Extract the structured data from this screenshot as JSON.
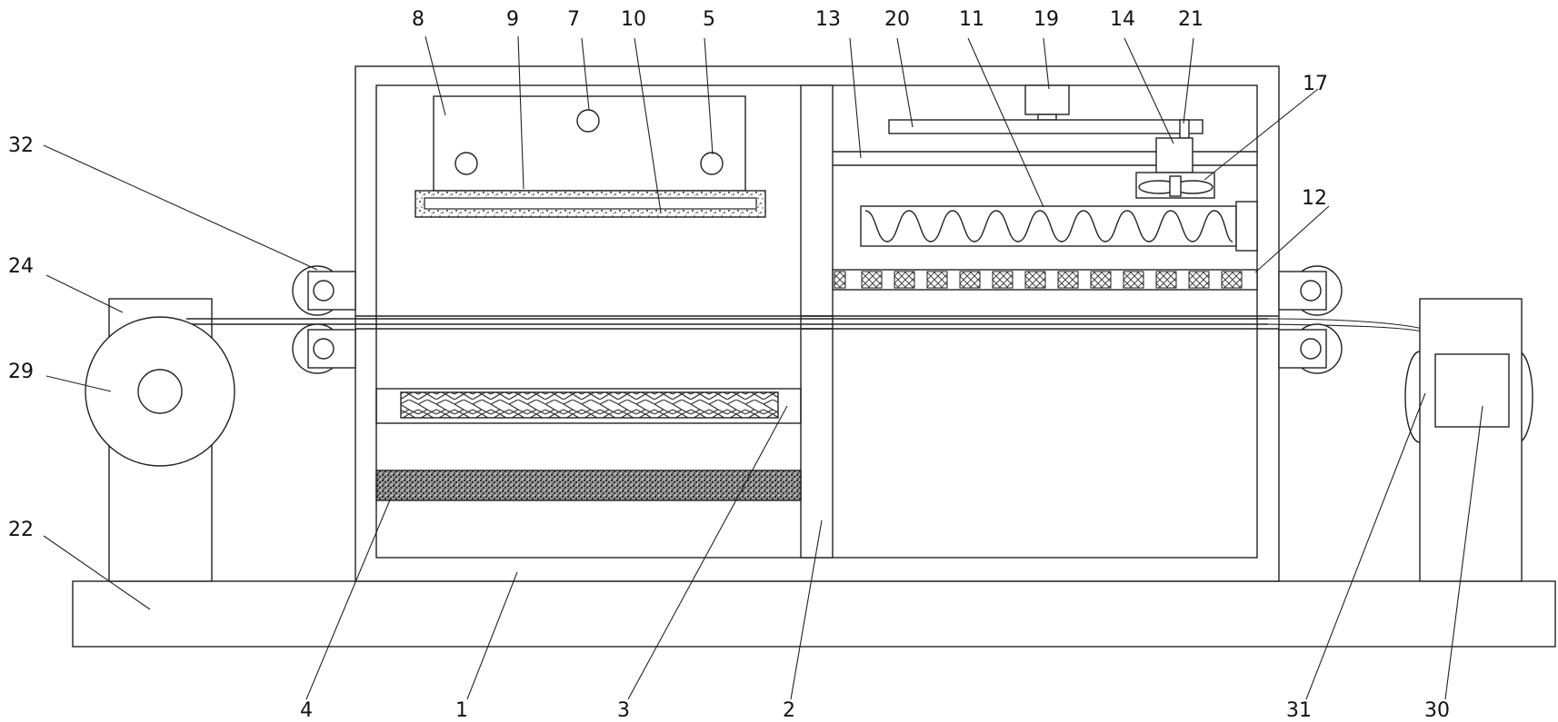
{
  "figure": {
    "labels": {
      "n1": "1",
      "n2": "2",
      "n3": "3",
      "n4": "4",
      "n5": "5",
      "n7": "7",
      "n8": "8",
      "n9": "9",
      "n10": "10",
      "n11": "11",
      "n12": "12",
      "n13": "13",
      "n14": "14",
      "n17": "17",
      "n19": "19",
      "n20": "20",
      "n21": "21",
      "n22": "22",
      "n24": "24",
      "n29": "29",
      "n30": "30",
      "n31": "31",
      "n32": "32"
    }
  }
}
